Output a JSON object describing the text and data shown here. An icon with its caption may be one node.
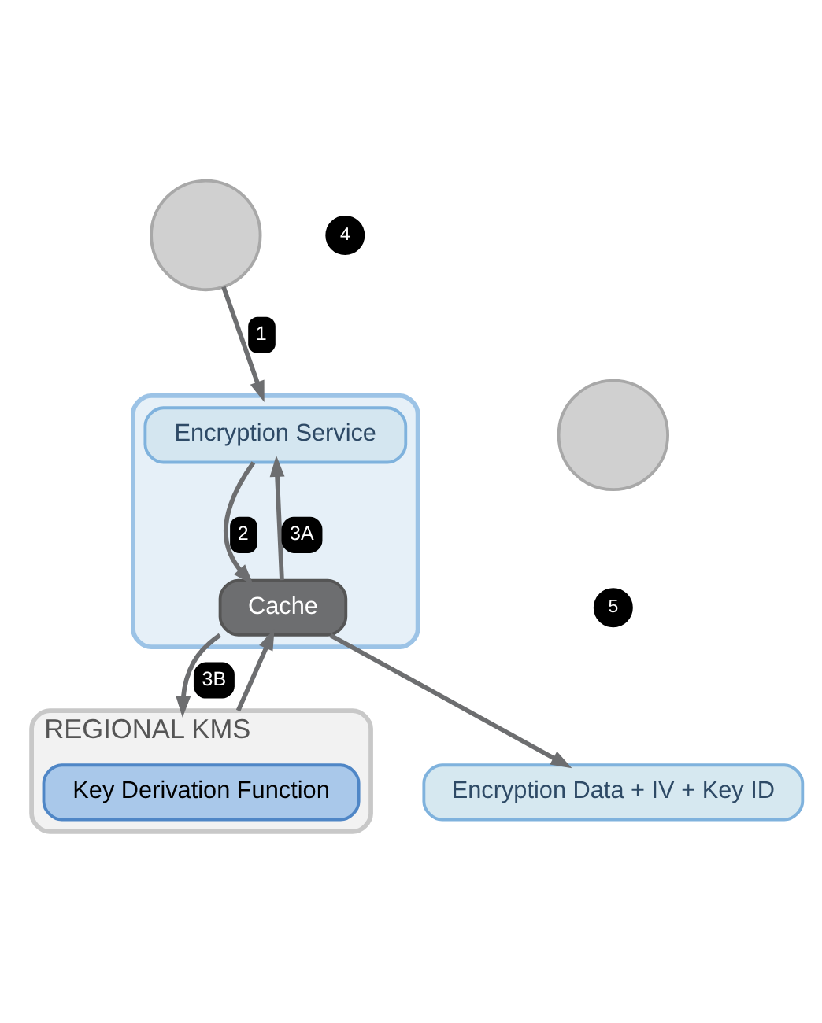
{
  "diagram": {
    "nodes": [
      {
        "text": [],
        "shape": "circle"
      },
      {
        "text": [],
        "shape": "box"
      },
      {
        "text": [
          "Encryption Service"
        ],
        "in": 1
      },
      {
        "text": [
          "Cache"
        ],
        "in": 1
      },
      {
        "text": [],
        "shape": "circle"
      },
      {
        "text": [
          "Encryption Data + IV + Key ID"
        ]
      },
      {
        "text": [
          "REGIONAL KMS"
        ]
      },
      {
        "text": [
          "Key Derivation Function"
        ],
        "in": 6
      }
    ],
    "edges": [
      {
        "from": 0,
        "to": 1,
        "arrow": "to",
        "label": "1"
      },
      {
        "from": 2,
        "to": 3,
        "arrow": "to",
        "label": "2"
      },
      {
        "from": 3,
        "to": 2,
        "arrow": "to",
        "label": "3A"
      },
      {
        "from": 3,
        "to": 5,
        "arrow": "to"
      },
      {
        "from": 3,
        "to": 6,
        "arrow": "to",
        "label": "3B"
      },
      {
        "from": 6,
        "to": 3,
        "arrow": "to"
      }
    ],
    "labels": [
      "4",
      "5"
    ]
  }
}
